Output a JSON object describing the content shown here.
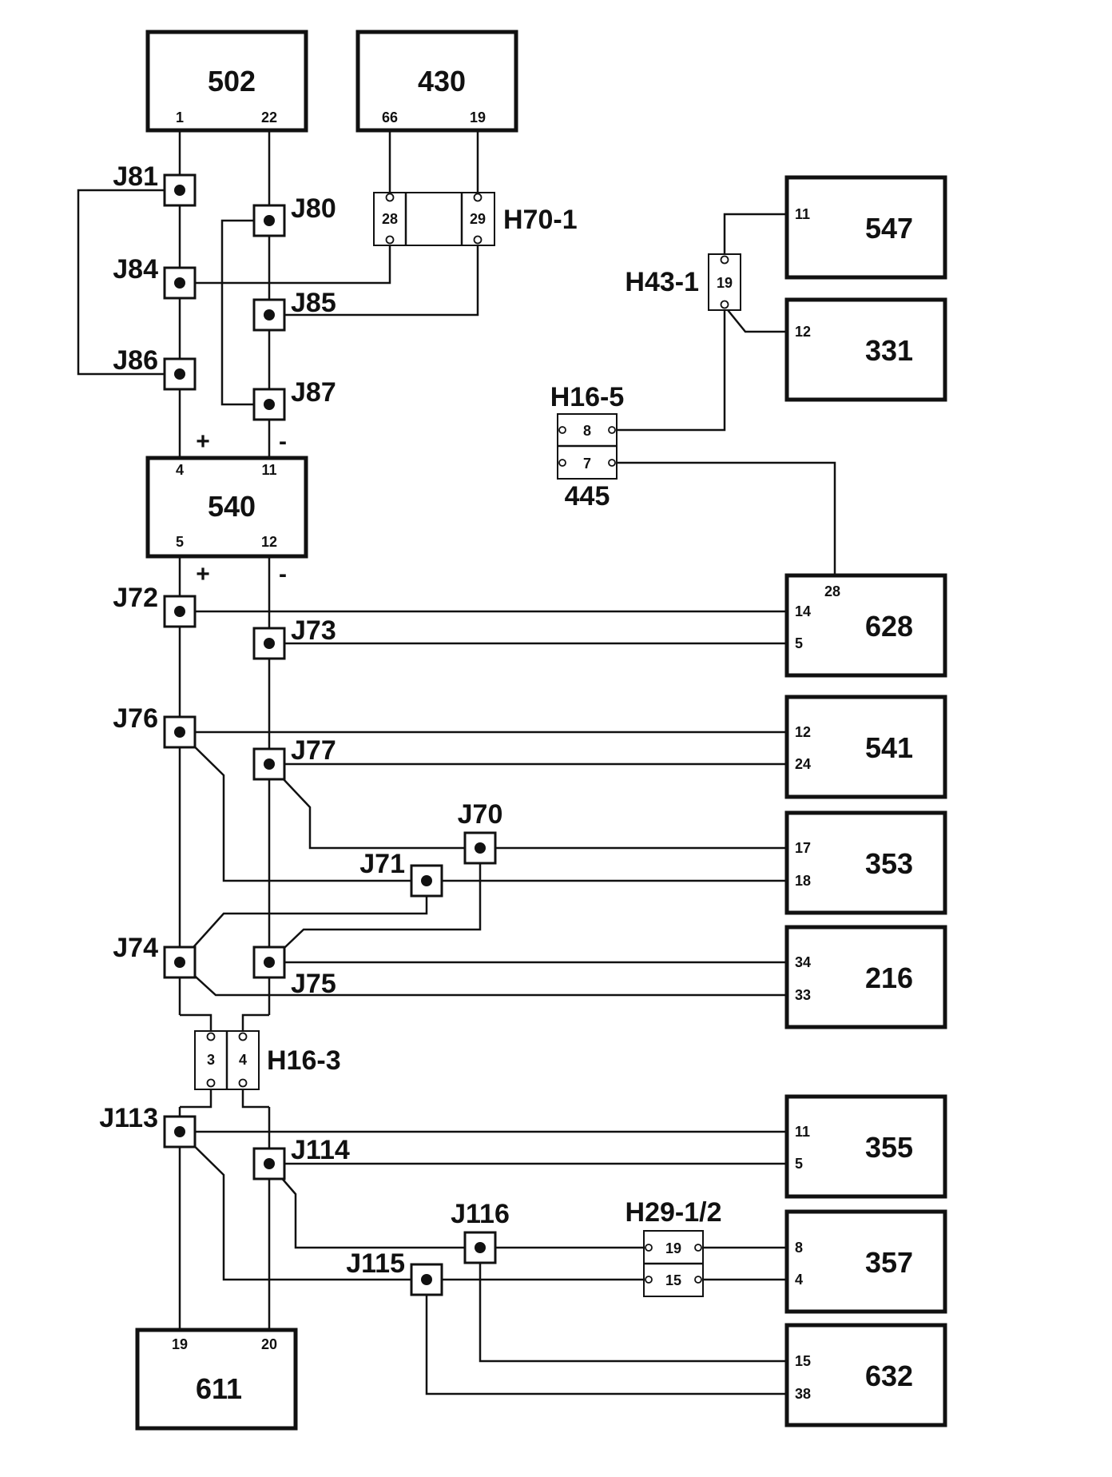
{
  "blocks": {
    "b502": {
      "title": "502",
      "pins": [
        "1",
        "22"
      ]
    },
    "b430": {
      "title": "430",
      "pins": [
        "66",
        "19"
      ]
    },
    "b540": {
      "title": "540",
      "pins_top": [
        "4",
        "11"
      ],
      "pins_bottom": [
        "5",
        "12"
      ]
    },
    "b611": {
      "title": "611",
      "pins": [
        "19",
        "20"
      ]
    },
    "b547": {
      "title": "547",
      "pins": [
        "11"
      ]
    },
    "b331": {
      "title": "331",
      "pins": [
        "12"
      ]
    },
    "b628": {
      "title": "628",
      "pins": [
        "28",
        "14",
        "5"
      ]
    },
    "b541": {
      "title": "541",
      "pins": [
        "12",
        "24"
      ]
    },
    "b353": {
      "title": "353",
      "pins": [
        "17",
        "18"
      ]
    },
    "b216": {
      "title": "216",
      "pins": [
        "34",
        "33"
      ]
    },
    "b355": {
      "title": "355",
      "pins": [
        "11",
        "5"
      ]
    },
    "b357": {
      "title": "357",
      "pins": [
        "8",
        "4"
      ]
    },
    "b632": {
      "title": "632",
      "pins": [
        "15",
        "38"
      ]
    }
  },
  "junctions": {
    "j81": "J81",
    "j84": "J84",
    "j86": "J86",
    "j80": "J80",
    "j85": "J85",
    "j87": "J87",
    "j72": "J72",
    "j73": "J73",
    "j76": "J76",
    "j77": "J77",
    "j70": "J70",
    "j71": "J71",
    "j74": "J74",
    "j75": "J75",
    "j113": "J113",
    "j114": "J114",
    "j116": "J116",
    "j115": "J115"
  },
  "connectors": {
    "h70": {
      "label": "H70-1",
      "pins": [
        "28",
        "29"
      ]
    },
    "h43": {
      "label": "H43-1",
      "pins": [
        "19"
      ]
    },
    "h16_5": {
      "label": "H16-5",
      "pins": [
        "8",
        "7"
      ],
      "sublabel": "445"
    },
    "h16_3": {
      "label": "H16-3",
      "pins": [
        "3",
        "4"
      ]
    },
    "h29": {
      "label": "H29-1/2",
      "pins": [
        "19",
        "15"
      ]
    }
  },
  "polarity": {
    "plus": "+",
    "minus": "-"
  }
}
